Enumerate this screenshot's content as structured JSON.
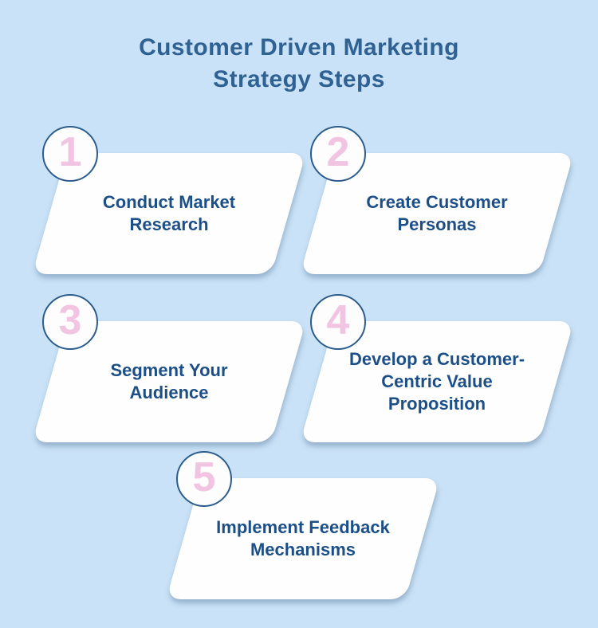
{
  "page": {
    "background_color": "#c9e2f7"
  },
  "header": {
    "title": "Customer Driven Marketing\nStrategy Steps"
  },
  "steps": [
    {
      "number": "1",
      "label": "Conduct Market\nResearch"
    },
    {
      "number": "2",
      "label": "Create Customer\nPersonas"
    },
    {
      "number": "3",
      "label": "Segment Your\nAudience"
    },
    {
      "number": "4",
      "label": "Develop a Customer-\nCentric Value\nProposition"
    },
    {
      "number": "5",
      "label": "Implement Feedback\nMechanisms"
    }
  ],
  "colors": {
    "background": "#c9e2f7",
    "title_text": "#2f6292",
    "card_fill": "#fefefe",
    "card_text": "#1c4f87",
    "badge_number": "#f1c4e2",
    "badge_border": "#2d5d8c",
    "card_shadow": "rgba(105,137,168,0.55)"
  }
}
